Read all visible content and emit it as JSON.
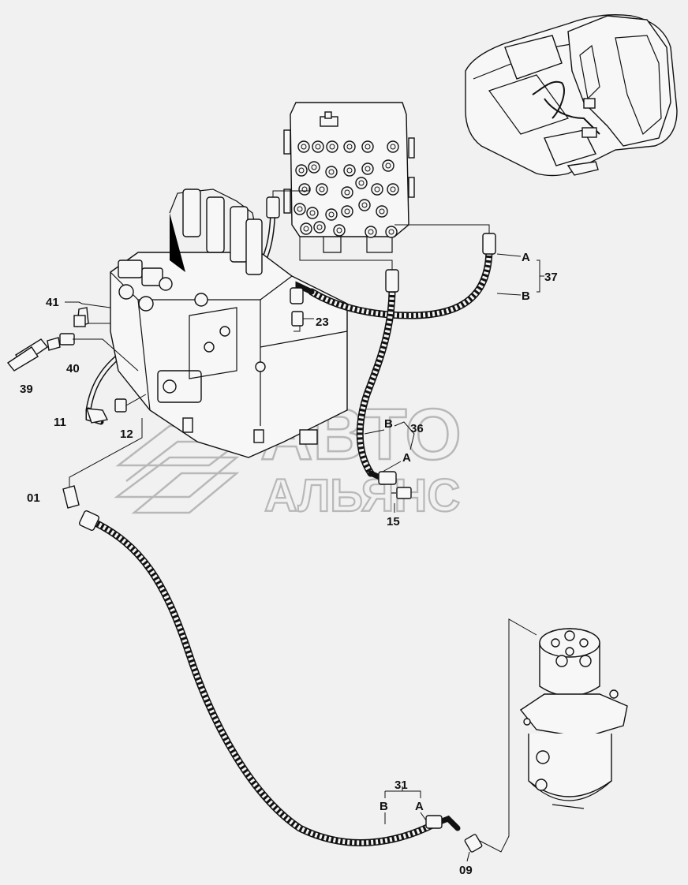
{
  "watermark": {
    "line1": "АВТО",
    "line2": "АЛЬЯНС"
  },
  "callouts": {
    "p41": "41",
    "p40": "40",
    "p39": "39",
    "p11": "11",
    "p12": "12",
    "p23": "23",
    "p01": "01",
    "p15": "15",
    "p09": "09",
    "p37": "37",
    "p36": "36",
    "p31": "31",
    "a37": "A",
    "b37": "B",
    "a36": "A",
    "b36": "B",
    "a31": "A",
    "b31": "B"
  }
}
